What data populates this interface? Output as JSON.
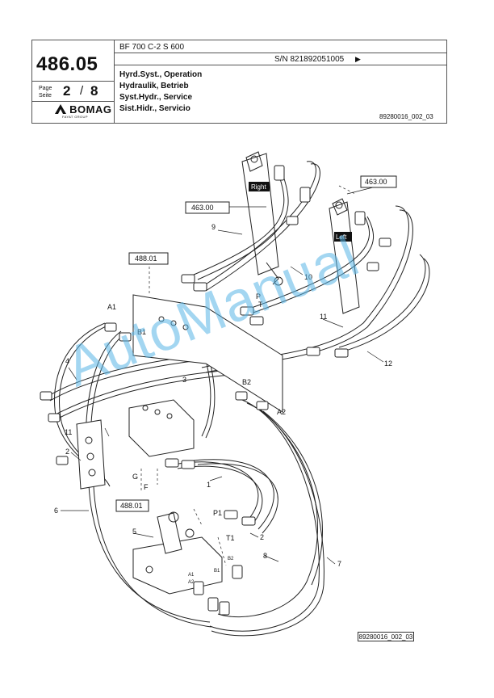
{
  "header": {
    "model": "BF 700 C-2 S 600",
    "serial": "S/N 821892051005",
    "serial_arrow": "▶",
    "group_number": "486.05",
    "page_label_de": "Page",
    "page_label_en": "Seite",
    "page_number": "2",
    "page_separator": "/",
    "page_total": "8",
    "brand": "BOMAG",
    "brand_sub": "FAYAT GROUP",
    "titles": [
      "Hyrd.Syst., Operation",
      "Hydraulik, Betrieb",
      "Syst.Hydr., Service",
      "Sist.Hidr., Servicio"
    ],
    "doc_ref": "89280016_002_03"
  },
  "callout_boxes": [
    "463.00",
    "463.00",
    "488.01",
    "488.01"
  ],
  "side_labels": [
    "Right",
    "Left"
  ],
  "port_labels": [
    "A1",
    "B1",
    "P",
    "T",
    "B2",
    "A2",
    "G",
    "F",
    "P1",
    "T1",
    "A1",
    "A2",
    "B1",
    "B2"
  ],
  "item_numbers": [
    "9",
    "10",
    "11",
    "12",
    "4",
    "11",
    "2",
    "3",
    "6",
    "1",
    "5",
    "2",
    "8",
    "7"
  ],
  "watermark": "AutoManual",
  "drawing_ref": "89280016_002_03"
}
